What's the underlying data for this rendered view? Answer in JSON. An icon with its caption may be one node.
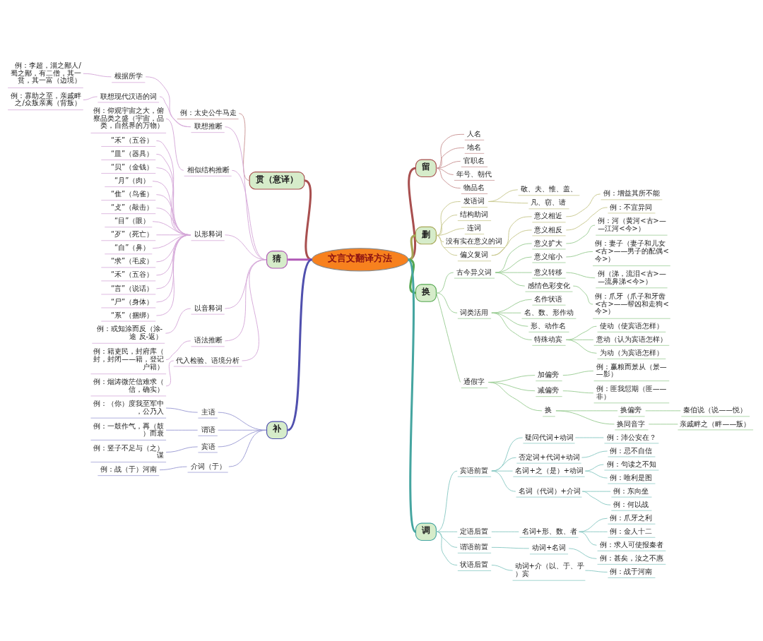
{
  "diagram": {
    "nodes": [
      {
        "text": [
          "文言文翻译方法"
        ]
      },
      {
        "text": [
          "留"
        ]
      },
      {
        "text": [
          "人名"
        ]
      },
      {
        "text": [
          "地名"
        ]
      },
      {
        "text": [
          "官职名"
        ]
      },
      {
        "text": [
          "年号、朝代"
        ]
      },
      {
        "text": [
          "物品名"
        ]
      },
      {
        "text": [
          "删"
        ]
      },
      {
        "text": [
          "发语词"
        ]
      },
      {
        "text": [
          "敬、夫、惟、盖、"
        ]
      },
      {
        "text": [
          "凡、窃、请"
        ]
      },
      {
        "text": [
          "结构助词"
        ]
      },
      {
        "text": [
          "连词"
        ]
      },
      {
        "text": [
          "没有实在意义的词"
        ]
      },
      {
        "text": [
          "偏义复词"
        ]
      },
      {
        "text": [
          "意义相近"
        ]
      },
      {
        "text": [
          "例：增益其所不能"
        ]
      },
      {
        "text": [
          "意义相反"
        ]
      },
      {
        "text": [
          "例：不宜异同"
        ]
      },
      {
        "text": [
          "换"
        ]
      },
      {
        "text": [
          "古今异义词"
        ]
      },
      {
        "text": [
          "意义扩大"
        ]
      },
      {
        "text": [
          "例：河（黄河<古>——江河<今>）"
        ]
      },
      {
        "text": [
          "意义缩小"
        ]
      },
      {
        "text": [
          "例：妻子（妻子和儿女<古>——男子的配偶<今>）"
        ]
      },
      {
        "text": [
          "意义转移"
        ]
      },
      {
        "text": [
          "例（涕，流泪<古>——流鼻涕<今>）"
        ]
      },
      {
        "text": [
          "感情色彩变化"
        ]
      },
      {
        "text": [
          "例：爪牙（爪子和牙齿<古>——帮凶和走狗<今>）"
        ]
      },
      {
        "text": [
          "词类活用"
        ]
      },
      {
        "text": [
          "名作状语"
        ]
      },
      {
        "text": [
          "名、数、形作动"
        ]
      },
      {
        "text": [
          "形、动作名"
        ]
      },
      {
        "text": [
          "特殊动宾"
        ]
      },
      {
        "text": [
          "使动（使宾语怎样）"
        ]
      },
      {
        "text": [
          "意动（认为宾语怎样）"
        ]
      },
      {
        "text": [
          "为动（为宾语怎样）"
        ]
      },
      {
        "text": [
          "通假字"
        ]
      },
      {
        "text": [
          "加偏旁"
        ]
      },
      {
        "text": [
          "例：赢粮而景从（景——影）"
        ]
      },
      {
        "text": [
          "减偏旁"
        ]
      },
      {
        "text": [
          "例：匪我愆期（匪——非）"
        ]
      },
      {
        "text": [
          "换"
        ]
      },
      {
        "text": [
          "换偏旁"
        ]
      },
      {
        "text": [
          "秦伯说（说——悦）"
        ]
      },
      {
        "text": [
          "换同音字"
        ]
      },
      {
        "text": [
          "亲戚畔之（畔——叛）"
        ]
      },
      {
        "text": [
          "调"
        ]
      },
      {
        "text": [
          "宾语前置"
        ]
      },
      {
        "text": [
          "疑问代词+动词"
        ]
      },
      {
        "text": [
          "例：沛公安在？"
        ]
      },
      {
        "text": [
          "否定词+代词+动词"
        ]
      },
      {
        "text": [
          "例：忌不自信"
        ]
      },
      {
        "text": [
          "名词+之（是）+动词"
        ]
      },
      {
        "text": [
          "例：句读之不知"
        ]
      },
      {
        "text": [
          "例：唯利是图"
        ]
      },
      {
        "text": [
          "名词（代词）+介词"
        ]
      },
      {
        "text": [
          "例：东向坐"
        ]
      },
      {
        "text": [
          "例：何以战"
        ]
      },
      {
        "text": [
          "定语后置"
        ]
      },
      {
        "text": [
          "名词+形、数、者"
        ]
      },
      {
        "text": [
          "例：爪牙之利"
        ]
      },
      {
        "text": [
          "例：金人十二"
        ]
      },
      {
        "text": [
          "例：求人可使报秦者"
        ]
      },
      {
        "text": [
          "谓语前置"
        ]
      },
      {
        "text": [
          "动词+名词"
        ]
      },
      {
        "text": [
          "例：甚矣，汝之不惠"
        ]
      },
      {
        "text": [
          "状语后置"
        ]
      },
      {
        "text": [
          "动词+介（以、于、乎）宾"
        ]
      },
      {
        "text": [
          "例：战于河南"
        ]
      },
      {
        "text": [
          "贯（意译）"
        ]
      },
      {
        "text": [
          "例：太史公牛马走"
        ]
      },
      {
        "text": [
          "猜"
        ]
      },
      {
        "text": [
          "联想推断"
        ]
      },
      {
        "text": [
          "根据所学"
        ]
      },
      {
        "text": [
          "例：李超，淄之鄙人/蜀之鄙，有二僧，其一贫，其一富（边境）"
        ]
      },
      {
        "text": [
          "联想现代汉语的词"
        ]
      },
      {
        "text": [
          "例：寡助之至，亲戚畔之/众叛亲离（背叛）"
        ]
      },
      {
        "text": [
          "相似结构推断"
        ]
      },
      {
        "text": [
          "例：仰观宇宙之大，俯察品类之盛（宇宙，品类，自然界的万物）"
        ]
      },
      {
        "text": [
          "以形释词"
        ]
      },
      {
        "text": [
          "“禾”（五谷）"
        ]
      },
      {
        "text": [
          "“皿”（器具）"
        ]
      },
      {
        "text": [
          "“贝”（金钱）"
        ]
      },
      {
        "text": [
          "“月”（肉）"
        ]
      },
      {
        "text": [
          "“隹”（鸟雀）"
        ]
      },
      {
        "text": [
          "“攴”（敲击）"
        ]
      },
      {
        "text": [
          "“目”（眼）"
        ]
      },
      {
        "text": [
          "“歹”（死亡）"
        ]
      },
      {
        "text": [
          "“自”（鼻）"
        ]
      },
      {
        "text": [
          "“求”（毛皮）"
        ]
      },
      {
        "text": [
          "“禾”（五谷）"
        ]
      },
      {
        "text": [
          "“言”（说话）"
        ]
      },
      {
        "text": [
          "“尸”（身体）"
        ]
      },
      {
        "text": [
          "“系”（捆绑）"
        ]
      },
      {
        "text": [
          "以音释词"
        ]
      },
      {
        "text": [
          "例：或知涂而反（涂-途 反-返）"
        ]
      },
      {
        "text": [
          "语法推断"
        ]
      },
      {
        "text": [
          "例：籍吏民，封府库（封，封闭——籍，登记户籍）"
        ]
      },
      {
        "text": [
          "代入检验、语境分析"
        ]
      },
      {
        "text": [
          "例：烟涛微茫信难求（信，确实）"
        ]
      },
      {
        "text": [
          "补"
        ]
      },
      {
        "text": [
          "主语"
        ]
      },
      {
        "text": [
          "例：（你）度我至军中，公乃入"
        ]
      },
      {
        "text": [
          "谓语"
        ]
      },
      {
        "text": [
          "例：一鼓作气，再（鼓）而衰"
        ]
      },
      {
        "text": [
          "宾语"
        ]
      },
      {
        "text": [
          "例：竖子不足与（之）谋"
        ]
      },
      {
        "text": [
          "介词（于）"
        ]
      },
      {
        "text": [
          "例：战（于）河南"
        ]
      }
    ],
    "edges": [
      {
        "from": 0,
        "to": 1,
        "arrow": "none",
        "style": "thick",
        "color": "#a84f4f"
      },
      {
        "from": 1,
        "to": 2,
        "arrow": "none",
        "color": "#c89292"
      },
      {
        "from": 1,
        "to": 3,
        "arrow": "none",
        "color": "#c89292"
      },
      {
        "from": 1,
        "to": 4,
        "arrow": "none",
        "color": "#c89292"
      },
      {
        "from": 1,
        "to": 5,
        "arrow": "none",
        "color": "#c89292"
      },
      {
        "from": 1,
        "to": 6,
        "arrow": "none",
        "color": "#c89292"
      },
      {
        "from": 0,
        "to": 7,
        "arrow": "none",
        "style": "thick",
        "color": "#a6a656"
      },
      {
        "from": 7,
        "to": 8,
        "arrow": "none",
        "color": "#c6c68a"
      },
      {
        "from": 8,
        "to": 9,
        "arrow": "none",
        "color": "#c6c68a"
      },
      {
        "from": 8,
        "to": 10,
        "arrow": "none",
        "color": "#c6c68a"
      },
      {
        "from": 7,
        "to": 11,
        "arrow": "none",
        "color": "#c6c68a"
      },
      {
        "from": 7,
        "to": 12,
        "arrow": "none",
        "color": "#c6c68a"
      },
      {
        "from": 7,
        "to": 13,
        "arrow": "none",
        "color": "#c6c68a"
      },
      {
        "from": 7,
        "to": 14,
        "arrow": "none",
        "color": "#c6c68a"
      },
      {
        "from": 14,
        "to": 15,
        "arrow": "none",
        "color": "#c6c68a"
      },
      {
        "from": 15,
        "to": 16,
        "arrow": "none",
        "color": "#c6c68a"
      },
      {
        "from": 14,
        "to": 17,
        "arrow": "none",
        "color": "#c6c68a"
      },
      {
        "from": 17,
        "to": 18,
        "arrow": "none",
        "color": "#c6c68a"
      },
      {
        "from": 0,
        "to": 19,
        "arrow": "none",
        "style": "thick",
        "color": "#56a852"
      },
      {
        "from": 19,
        "to": 20,
        "arrow": "none",
        "color": "#98cc92"
      },
      {
        "from": 20,
        "to": 21,
        "arrow": "none",
        "color": "#98cc92"
      },
      {
        "from": 21,
        "to": 22,
        "arrow": "none",
        "color": "#98cc92"
      },
      {
        "from": 20,
        "to": 23,
        "arrow": "none",
        "color": "#98cc92"
      },
      {
        "from": 23,
        "to": 24,
        "arrow": "none",
        "color": "#98cc92"
      },
      {
        "from": 20,
        "to": 25,
        "arrow": "none",
        "color": "#98cc92"
      },
      {
        "from": 25,
        "to": 26,
        "arrow": "none",
        "color": "#98cc92"
      },
      {
        "from": 20,
        "to": 27,
        "arrow": "none",
        "color": "#98cc92"
      },
      {
        "from": 27,
        "to": 28,
        "arrow": "none",
        "color": "#98cc92"
      },
      {
        "from": 19,
        "to": 29,
        "arrow": "none",
        "color": "#98cc92"
      },
      {
        "from": 29,
        "to": 30,
        "arrow": "none",
        "color": "#98cc92"
      },
      {
        "from": 29,
        "to": 31,
        "arrow": "none",
        "color": "#98cc92"
      },
      {
        "from": 29,
        "to": 32,
        "arrow": "none",
        "color": "#98cc92"
      },
      {
        "from": 29,
        "to": 33,
        "arrow": "none",
        "color": "#98cc92"
      },
      {
        "from": 33,
        "to": 34,
        "arrow": "none",
        "color": "#98cc92"
      },
      {
        "from": 33,
        "to": 35,
        "arrow": "none",
        "color": "#98cc92"
      },
      {
        "from": 33,
        "to": 36,
        "arrow": "none",
        "color": "#98cc92"
      },
      {
        "from": 19,
        "to": 37,
        "arrow": "none",
        "color": "#98cc92"
      },
      {
        "from": 37,
        "to": 38,
        "arrow": "none",
        "color": "#98cc92"
      },
      {
        "from": 38,
        "to": 39,
        "arrow": "none",
        "color": "#98cc92"
      },
      {
        "from": 37,
        "to": 40,
        "arrow": "none",
        "color": "#98cc92"
      },
      {
        "from": 40,
        "to": 41,
        "arrow": "none",
        "color": "#98cc92"
      },
      {
        "from": 37,
        "to": 42,
        "arrow": "none",
        "color": "#98cc92"
      },
      {
        "from": 42,
        "to": 43,
        "arrow": "none",
        "color": "#98cc92"
      },
      {
        "from": 43,
        "to": 44,
        "arrow": "none",
        "color": "#98cc92"
      },
      {
        "from": 42,
        "to": 45,
        "arrow": "none",
        "color": "#98cc92"
      },
      {
        "from": 45,
        "to": 46,
        "arrow": "none",
        "color": "#98cc92"
      },
      {
        "from": 0,
        "to": 47,
        "arrow": "none",
        "style": "thick",
        "color": "#45a5a0"
      },
      {
        "from": 47,
        "to": 48,
        "arrow": "none",
        "color": "#88c8c3"
      },
      {
        "from": 48,
        "to": 49,
        "arrow": "none",
        "color": "#88c8c3"
      },
      {
        "from": 49,
        "to": 50,
        "arrow": "none",
        "color": "#88c8c3"
      },
      {
        "from": 48,
        "to": 51,
        "arrow": "none",
        "color": "#88c8c3"
      },
      {
        "from": 51,
        "to": 52,
        "arrow": "none",
        "color": "#88c8c3"
      },
      {
        "from": 48,
        "to": 53,
        "arrow": "none",
        "color": "#88c8c3"
      },
      {
        "from": 53,
        "to": 54,
        "arrow": "none",
        "color": "#88c8c3"
      },
      {
        "from": 53,
        "to": 55,
        "arrow": "none",
        "color": "#88c8c3"
      },
      {
        "from": 48,
        "to": 56,
        "arrow": "none",
        "color": "#88c8c3"
      },
      {
        "from": 56,
        "to": 57,
        "arrow": "none",
        "color": "#88c8c3"
      },
      {
        "from": 56,
        "to": 58,
        "arrow": "none",
        "color": "#88c8c3"
      },
      {
        "from": 47,
        "to": 59,
        "arrow": "none",
        "color": "#88c8c3"
      },
      {
        "from": 59,
        "to": 60,
        "arrow": "none",
        "color": "#88c8c3"
      },
      {
        "from": 60,
        "to": 61,
        "arrow": "none",
        "color": "#88c8c3"
      },
      {
        "from": 60,
        "to": 62,
        "arrow": "none",
        "color": "#88c8c3"
      },
      {
        "from": 60,
        "to": 63,
        "arrow": "none",
        "color": "#88c8c3"
      },
      {
        "from": 47,
        "to": 64,
        "arrow": "none",
        "color": "#88c8c3"
      },
      {
        "from": 64,
        "to": 65,
        "arrow": "none",
        "color": "#88c8c3"
      },
      {
        "from": 65,
        "to": 66,
        "arrow": "none",
        "color": "#88c8c3"
      },
      {
        "from": 47,
        "to": 67,
        "arrow": "none",
        "color": "#88c8c3"
      },
      {
        "from": 67,
        "to": 68,
        "arrow": "none",
        "color": "#88c8c3"
      },
      {
        "from": 68,
        "to": 69,
        "arrow": "none",
        "color": "#88c8c3"
      },
      {
        "from": 0,
        "to": 70,
        "arrow": "none",
        "style": "thick",
        "color": "#a84f4f"
      },
      {
        "from": 70,
        "to": 71,
        "arrow": "none",
        "color": "#c89292"
      },
      {
        "from": 0,
        "to": 72,
        "arrow": "none",
        "style": "thick",
        "color": "#b058b6"
      },
      {
        "from": 72,
        "to": 73,
        "arrow": "none"
      },
      {
        "from": 73,
        "to": 74,
        "arrow": "none"
      },
      {
        "from": 74,
        "to": 75,
        "arrow": "none"
      },
      {
        "from": 73,
        "to": 76,
        "arrow": "none"
      },
      {
        "from": 76,
        "to": 77,
        "arrow": "none"
      },
      {
        "from": 72,
        "to": 78,
        "arrow": "none"
      },
      {
        "from": 78,
        "to": 79,
        "arrow": "none"
      },
      {
        "from": 72,
        "to": 80,
        "arrow": "none"
      },
      {
        "from": 80,
        "to": 81,
        "arrow": "none"
      },
      {
        "from": 80,
        "to": 82,
        "arrow": "none"
      },
      {
        "from": 80,
        "to": 83,
        "arrow": "none"
      },
      {
        "from": 80,
        "to": 84,
        "arrow": "none"
      },
      {
        "from": 80,
        "to": 85,
        "arrow": "none"
      },
      {
        "from": 80,
        "to": 86,
        "arrow": "none"
      },
      {
        "from": 80,
        "to": 87,
        "arrow": "none"
      },
      {
        "from": 80,
        "to": 88,
        "arrow": "none"
      },
      {
        "from": 80,
        "to": 89,
        "arrow": "none"
      },
      {
        "from": 80,
        "to": 90,
        "arrow": "none"
      },
      {
        "from": 80,
        "to": 91,
        "arrow": "none"
      },
      {
        "from": 80,
        "to": 92,
        "arrow": "none"
      },
      {
        "from": 80,
        "to": 93,
        "arrow": "none"
      },
      {
        "from": 80,
        "to": 94,
        "arrow": "none"
      },
      {
        "from": 72,
        "to": 95,
        "arrow": "none"
      },
      {
        "from": 95,
        "to": 96,
        "arrow": "none"
      },
      {
        "from": 72,
        "to": 97,
        "arrow": "none"
      },
      {
        "from": 97,
        "to": 98,
        "arrow": "none"
      },
      {
        "from": 72,
        "to": 99,
        "arrow": "none"
      },
      {
        "from": 99,
        "to": 100,
        "arrow": "none"
      },
      {
        "from": 0,
        "to": 101,
        "arrow": "none",
        "style": "thick",
        "color": "#5050ae"
      },
      {
        "from": 101,
        "to": 102,
        "arrow": "none",
        "color": "#9898d2"
      },
      {
        "from": 102,
        "to": 103,
        "arrow": "none",
        "color": "#9898d2"
      },
      {
        "from": 101,
        "to": 104,
        "arrow": "none",
        "color": "#9898d2"
      },
      {
        "from": 104,
        "to": 105,
        "arrow": "none",
        "color": "#9898d2"
      },
      {
        "from": 101,
        "to": 106,
        "arrow": "none",
        "color": "#9898d2"
      },
      {
        "from": 106,
        "to": 107,
        "arrow": "none",
        "color": "#9898d2"
      },
      {
        "from": 101,
        "to": 108,
        "arrow": "none",
        "color": "#9898d2"
      },
      {
        "from": 108,
        "to": 109,
        "arrow": "none",
        "color": "#9898d2"
      }
    ]
  }
}
